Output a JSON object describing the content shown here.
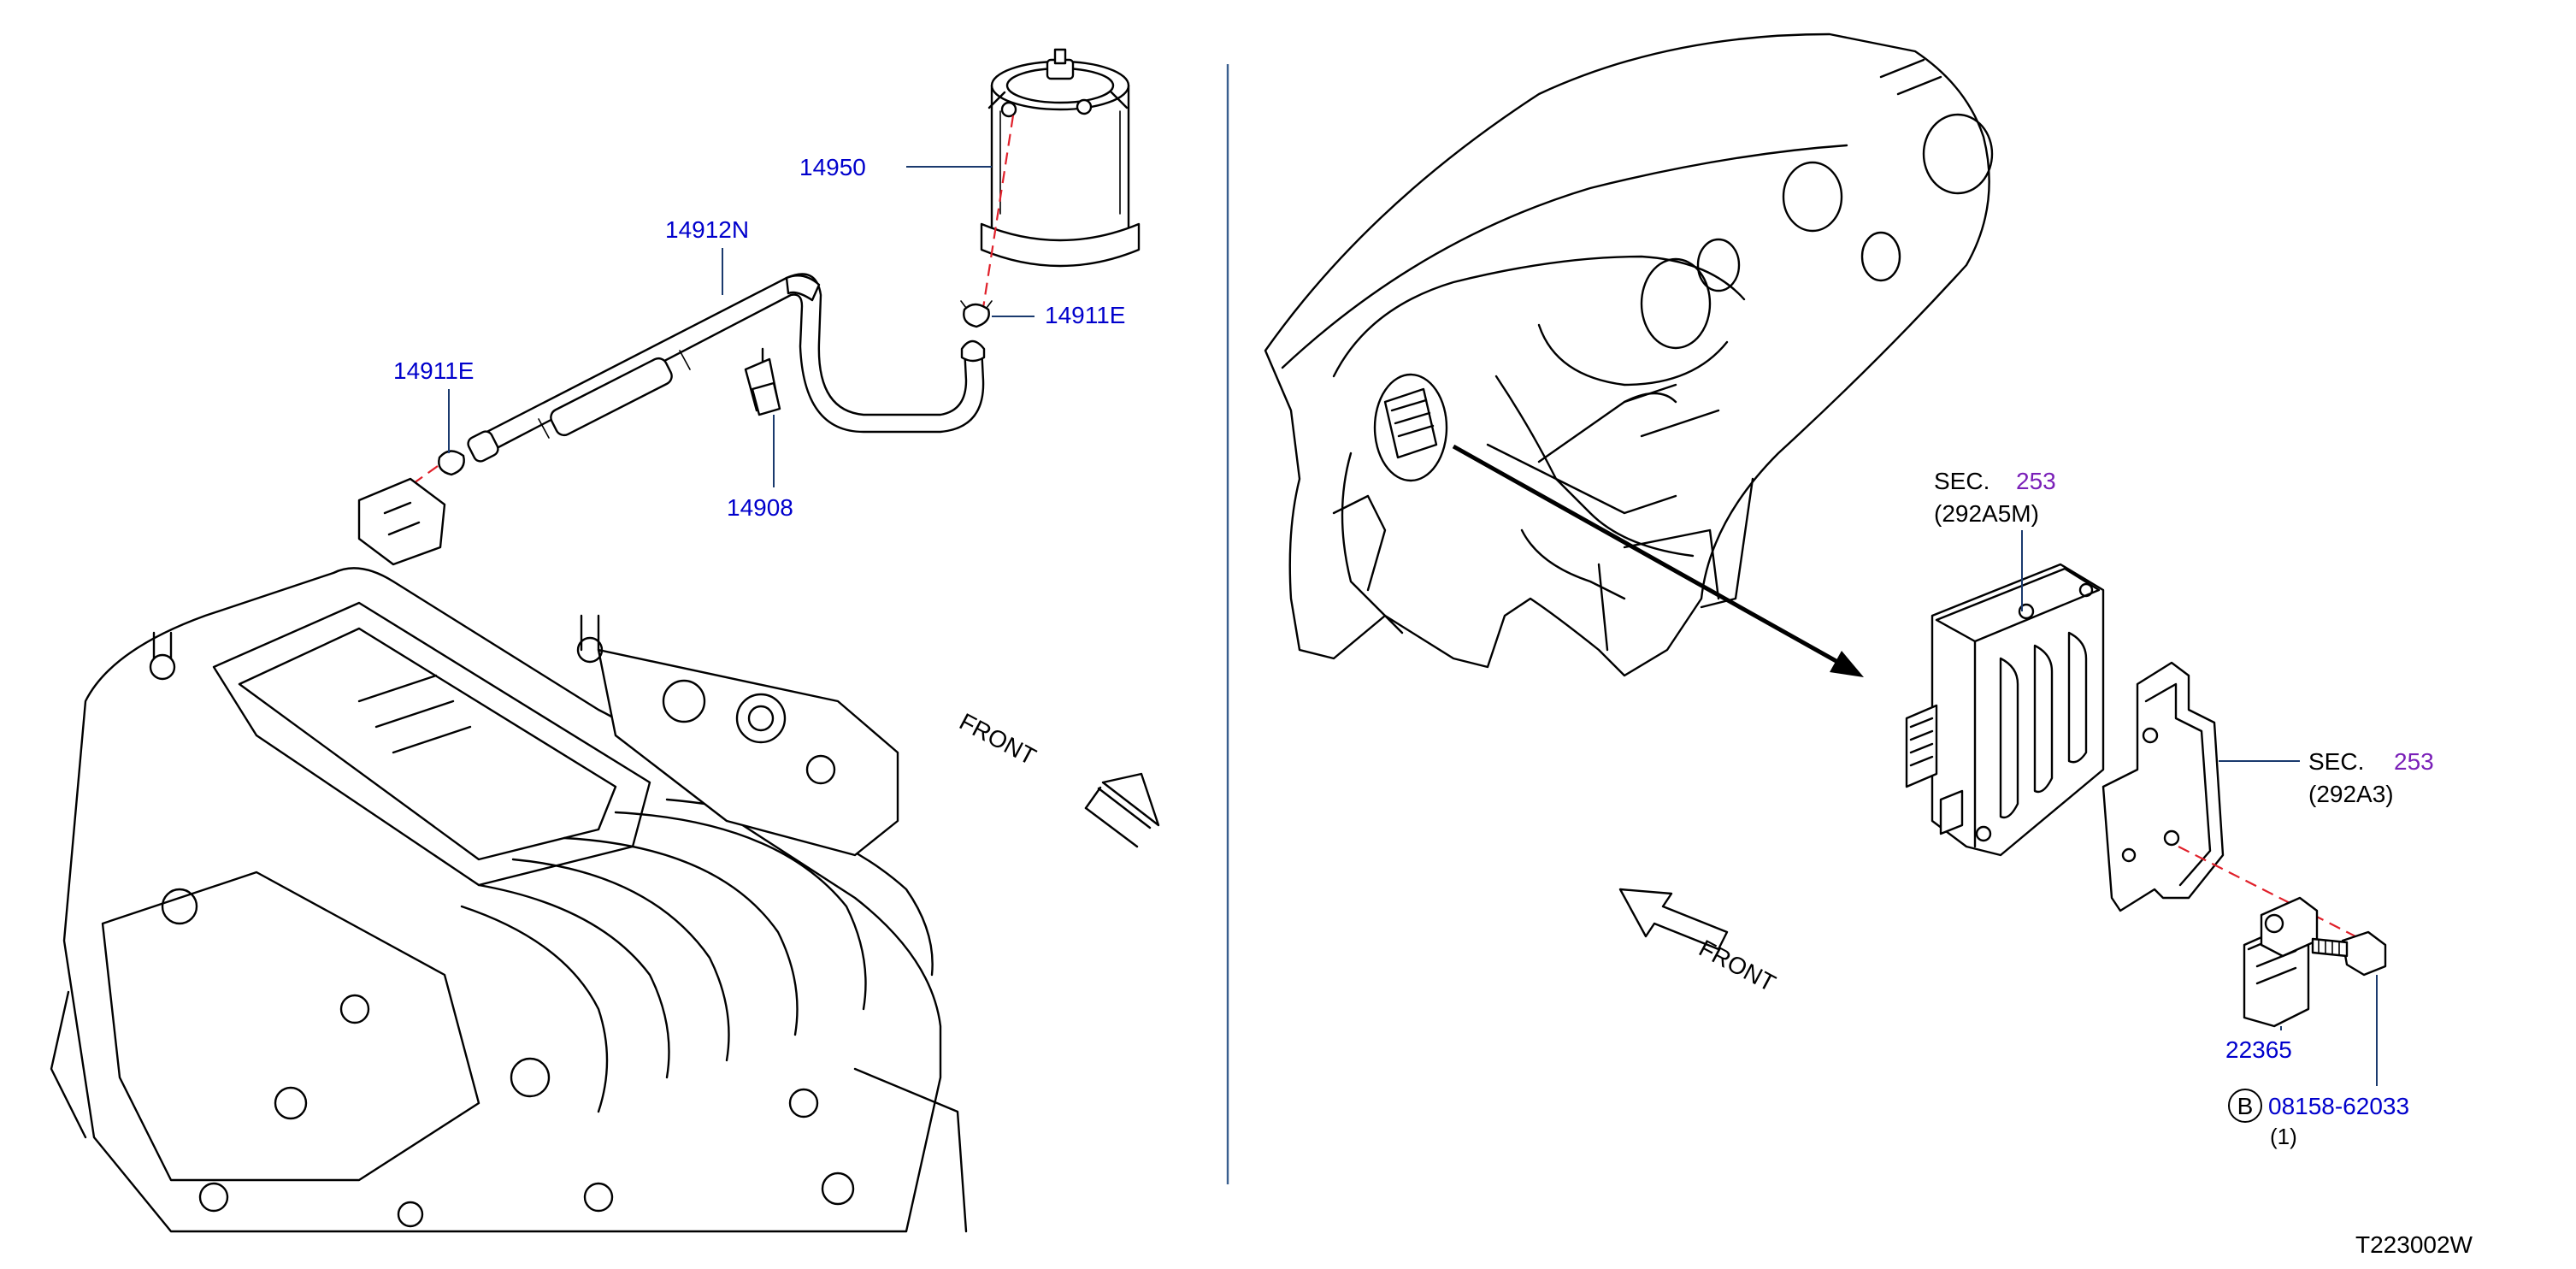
{
  "colors": {
    "part_number": "#0000cc",
    "section_ref": "#7a1fb8",
    "text": "#000000",
    "leader": "#1a3a6e",
    "divider": "#3a5f8f",
    "dashed_line": "#e0202a"
  },
  "left_panel": {
    "parts": [
      {
        "number": "14950"
      },
      {
        "number": "14912N"
      },
      {
        "number": "14911E"
      },
      {
        "number": "14911E"
      },
      {
        "number": "14908"
      }
    ],
    "direction_label": "FRONT"
  },
  "right_panel": {
    "sections": [
      {
        "prefix": "SEC.",
        "number": "253",
        "code": "(292A5M)"
      },
      {
        "prefix": "SEC.",
        "number": "253",
        "code": "(292A3)"
      }
    ],
    "parts": [
      {
        "number": "22365"
      },
      {
        "number": "08158-62033",
        "symbol": "B",
        "quantity": "(1)"
      }
    ],
    "direction_label": "FRONT"
  },
  "figure_id": "T223002W"
}
